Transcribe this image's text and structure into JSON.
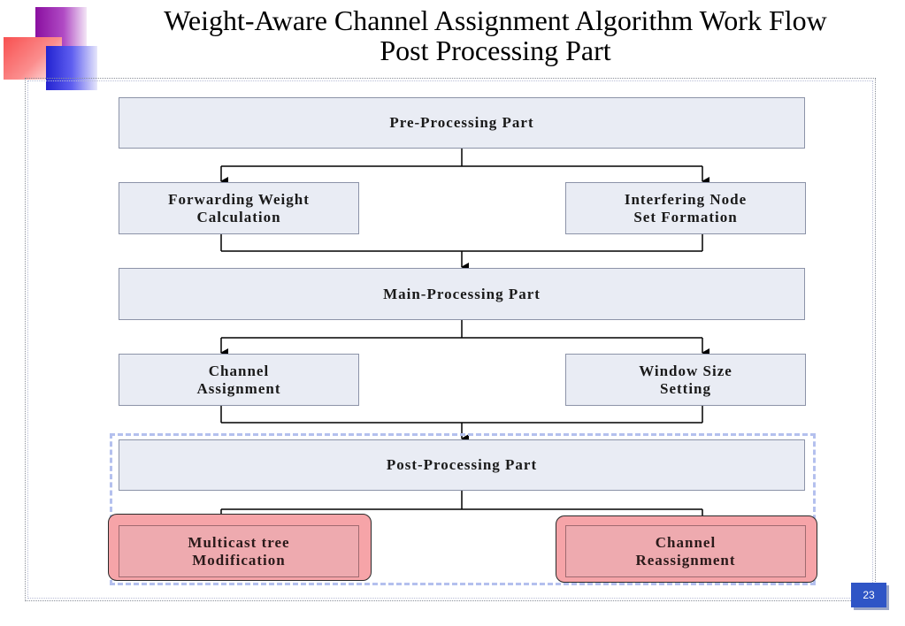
{
  "slide": {
    "title_line1": "Weight-Aware Channel Assignment Algorithm Work Flow",
    "title_line2": "Post Processing Part",
    "page_number": "23"
  },
  "flow": {
    "pre_processing": "Pre-Processing Part",
    "forwarding_weight": "Forwarding Weight\nCalculation",
    "interfering_node": "Interfering Node\nSet Formation",
    "main_processing": "Main-Processing Part",
    "channel_assignment": "Channel\nAssignment",
    "window_size": "Window Size\nSetting",
    "post_processing": "Post-Processing Part",
    "multicast_tree": "Multicast tree\nModification",
    "channel_reassignment": "Channel\nReassignment"
  },
  "colors": {
    "box_fill": "#e9ecf4",
    "highlight_fill": "#eeaaaf",
    "dashed_highlight": "#b4c0ee",
    "page_badge": "#2f55c6"
  }
}
